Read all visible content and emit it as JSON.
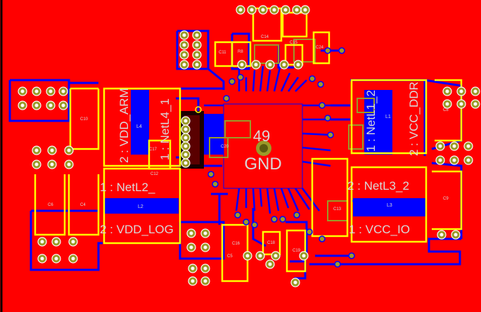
{
  "colors": {
    "copper_top": "#ff0000",
    "copper_bottom": "#0000ff",
    "silkscreen": "#ffff00",
    "mechanical": "#9a9a28",
    "pad_ring": "#ffffff",
    "drill": "#9a9a28",
    "board_edge": "#000000"
  },
  "center_chip": {
    "pin": "49",
    "net": "GND"
  },
  "inductors": {
    "L4": {
      "ref": "L4",
      "pin1": "1 : NetL4_1",
      "pin2": "2 : VDD_ARM"
    },
    "L2": {
      "ref": "L2",
      "pin1": "1 : NetL2_",
      "pin2": "2 : VDD_LOG"
    },
    "L1": {
      "ref": "L1",
      "pin1": "1 : NetL1_2",
      "pin2": "2 : VCC_DDR"
    },
    "L3": {
      "ref": "L3",
      "pin1": "2 : NetL3_2",
      "pin2": "1 : VCC_IO"
    }
  },
  "capacitors": {
    "C10": "C10",
    "C6": "C6",
    "C4": "C4",
    "C11": "C11",
    "R8": "R8",
    "C14": "C14",
    "C15": "C15",
    "C24": "C24",
    "C8": "C8",
    "C9": "C9",
    "C5": "C5",
    "C18": "C18",
    "C19": "C19",
    "C13": "C13",
    "C12": "C12",
    "C17": "C17",
    "C20": "C20",
    "C16": "C16"
  },
  "icons": [
    "via-icon",
    "pad-icon",
    "drill-hole-icon"
  ]
}
